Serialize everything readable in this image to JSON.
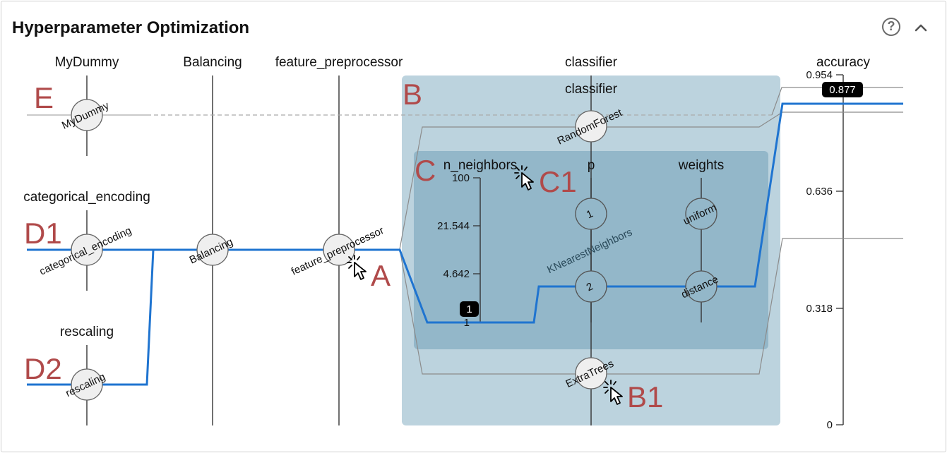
{
  "header": {
    "title": "Hyperparameter Optimization",
    "help_icon": "question-circle-icon",
    "help_glyph": "?",
    "collapse_icon": "chevron-up-icon"
  },
  "axes": {
    "mydummy": {
      "title": "MyDummy",
      "value": "MyDummy"
    },
    "balancing": {
      "title": "Balancing",
      "value": "Balancing"
    },
    "feature_preprocessor": {
      "title": "feature_preprocessor",
      "value": "feature_preprocessor"
    },
    "classifier": {
      "title": "classifier",
      "inner_title": "classifier",
      "values": [
        "RandomForest",
        "KNearestNeighbors",
        "ExtraTrees"
      ]
    },
    "categorical_encoding": {
      "title": "categorical_encoding",
      "value": "categorical_encoding"
    },
    "rescaling": {
      "title": "rescaling",
      "value": "rescaling"
    },
    "n_neighbors": {
      "title": "n_neighbors",
      "ticks": [
        "100",
        "21.544",
        "4.642",
        "1"
      ],
      "selected": "1"
    },
    "p": {
      "title": "p",
      "values": [
        "1",
        "2"
      ]
    },
    "weights": {
      "title": "weights",
      "values": [
        "uniform",
        "distance"
      ]
    },
    "accuracy": {
      "title": "accuracy",
      "ticks": [
        "0.954",
        "0.636",
        "0.318",
        "0"
      ],
      "selected": "0.877"
    }
  },
  "annotations": [
    "E",
    "B",
    "C",
    "C1",
    "D1",
    "D2",
    "A",
    "B1"
  ],
  "colors": {
    "selected_line": "#1f74d0",
    "config_line": "#8c8c8c",
    "outer_region": "#bcd3de",
    "inner_region": "#93b7c9",
    "annotation": "#b04a4a",
    "node_fill": "#efefef",
    "badge": "#000000"
  },
  "cursor_icons": [
    "click-cursor-icon"
  ]
}
